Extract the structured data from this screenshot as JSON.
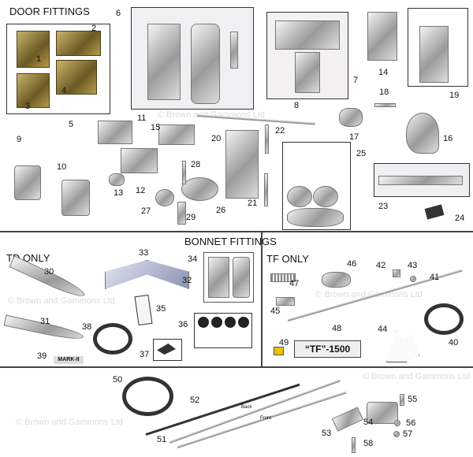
{
  "sections": {
    "door": "DOOR FITTINGS",
    "bonnet": "BONNET FITTINGS",
    "td_only": "TD ONLY",
    "tf_only": "TF ONLY"
  },
  "watermark": "© Brown and Gammons Ltd",
  "badges": {
    "mark2": "MARK-II",
    "tf1500": "“TF”-1500",
    "back": "Back",
    "front": "Front"
  },
  "callouts": [
    "1",
    "2",
    "3",
    "4",
    "5",
    "6",
    "7",
    "8",
    "9",
    "10",
    "11",
    "12",
    "13",
    "14",
    "15",
    "16",
    "17",
    "18",
    "19",
    "20",
    "21",
    "22",
    "23",
    "24",
    "25",
    "26",
    "27",
    "28",
    "29",
    "30",
    "31",
    "32",
    "33",
    "34",
    "35",
    "36",
    "37",
    "38",
    "39",
    "40",
    "41",
    "42",
    "43",
    "44",
    "45",
    "46",
    "47",
    "48",
    "49",
    "50",
    "51",
    "52",
    "53",
    "54",
    "55",
    "56",
    "57",
    "58"
  ]
}
